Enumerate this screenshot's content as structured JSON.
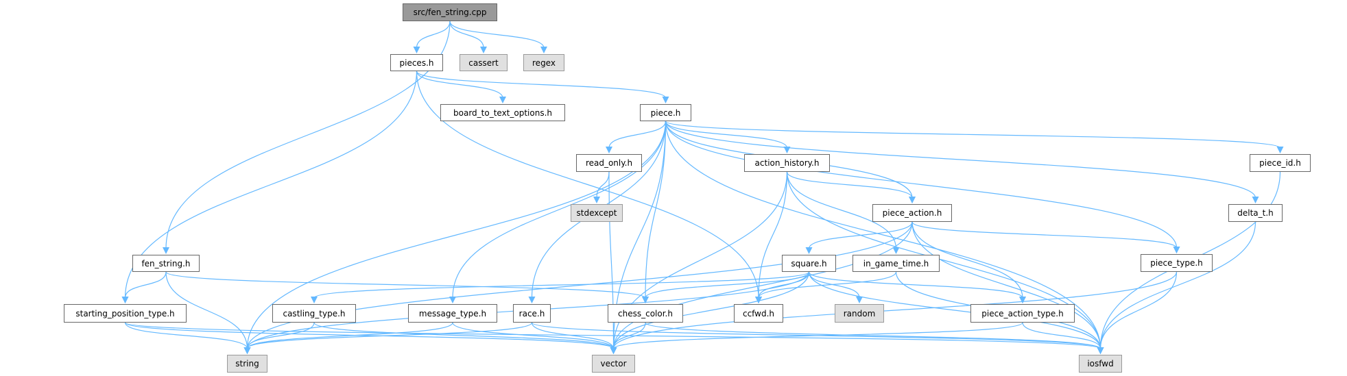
{
  "graph": {
    "title": "src/fen_string.cpp",
    "colors": {
      "edge": "#63b8ff",
      "root_fill": "#999999",
      "external_fill": "#e0e0e0",
      "node_fill": "#ffffff",
      "border": "#666666"
    },
    "nodes": [
      {
        "id": "fen_string_cpp",
        "label": "src/fen_string.cpp",
        "kind": "root"
      },
      {
        "id": "pieces_h",
        "label": "pieces.h",
        "kind": "local"
      },
      {
        "id": "cassert",
        "label": "cassert",
        "kind": "external"
      },
      {
        "id": "regex",
        "label": "regex",
        "kind": "external"
      },
      {
        "id": "board_to_text_options_h",
        "label": "board_to_text_options.h",
        "kind": "local"
      },
      {
        "id": "piece_h",
        "label": "piece.h",
        "kind": "local"
      },
      {
        "id": "read_only_h",
        "label": "read_only.h",
        "kind": "local"
      },
      {
        "id": "action_history_h",
        "label": "action_history.h",
        "kind": "local"
      },
      {
        "id": "piece_id_h",
        "label": "piece_id.h",
        "kind": "local"
      },
      {
        "id": "stdexcept",
        "label": "stdexcept",
        "kind": "external"
      },
      {
        "id": "piece_action_h",
        "label": "piece_action.h",
        "kind": "local"
      },
      {
        "id": "delta_t_h",
        "label": "delta_t.h",
        "kind": "local"
      },
      {
        "id": "fen_string_h",
        "label": "fen_string.h",
        "kind": "local"
      },
      {
        "id": "square_h",
        "label": "square.h",
        "kind": "local"
      },
      {
        "id": "in_game_time_h",
        "label": "in_game_time.h",
        "kind": "local"
      },
      {
        "id": "piece_type_h",
        "label": "piece_type.h",
        "kind": "local"
      },
      {
        "id": "starting_position_type_h",
        "label": "starting_position_type.h",
        "kind": "local"
      },
      {
        "id": "castling_type_h",
        "label": "castling_type.h",
        "kind": "local"
      },
      {
        "id": "message_type_h",
        "label": "message_type.h",
        "kind": "local"
      },
      {
        "id": "race_h",
        "label": "race.h",
        "kind": "local"
      },
      {
        "id": "chess_color_h",
        "label": "chess_color.h",
        "kind": "local"
      },
      {
        "id": "ccfwd_h",
        "label": "ccfwd.h",
        "kind": "local"
      },
      {
        "id": "random",
        "label": "random",
        "kind": "external"
      },
      {
        "id": "piece_action_type_h",
        "label": "piece_action_type.h",
        "kind": "local"
      },
      {
        "id": "string",
        "label": "string",
        "kind": "external"
      },
      {
        "id": "vector",
        "label": "vector",
        "kind": "external"
      },
      {
        "id": "iosfwd",
        "label": "iosfwd",
        "kind": "external"
      }
    ],
    "edges": [
      [
        "fen_string_cpp",
        "pieces_h"
      ],
      [
        "fen_string_cpp",
        "cassert"
      ],
      [
        "fen_string_cpp",
        "regex"
      ],
      [
        "fen_string_cpp",
        "fen_string_h"
      ],
      [
        "pieces_h",
        "board_to_text_options_h"
      ],
      [
        "pieces_h",
        "piece_h"
      ],
      [
        "pieces_h",
        "starting_position_type_h"
      ],
      [
        "pieces_h",
        "ccfwd_h"
      ],
      [
        "piece_h",
        "read_only_h"
      ],
      [
        "piece_h",
        "action_history_h"
      ],
      [
        "piece_h",
        "piece_action_h"
      ],
      [
        "piece_h",
        "piece_id_h"
      ],
      [
        "piece_h",
        "delta_t_h"
      ],
      [
        "piece_h",
        "piece_type_h"
      ],
      [
        "piece_h",
        "iosfwd"
      ],
      [
        "piece_h",
        "string"
      ],
      [
        "piece_h",
        "vector"
      ],
      [
        "piece_h",
        "chess_color_h"
      ],
      [
        "piece_h",
        "race_h"
      ],
      [
        "piece_h",
        "message_type_h"
      ],
      [
        "read_only_h",
        "stdexcept"
      ],
      [
        "read_only_h",
        "vector"
      ],
      [
        "action_history_h",
        "piece_action_h"
      ],
      [
        "action_history_h",
        "in_game_time_h"
      ],
      [
        "action_history_h",
        "ccfwd_h"
      ],
      [
        "action_history_h",
        "vector"
      ],
      [
        "action_history_h",
        "iosfwd"
      ],
      [
        "piece_action_h",
        "square_h"
      ],
      [
        "piece_action_h",
        "piece_type_h"
      ],
      [
        "piece_action_h",
        "piece_action_type_h"
      ],
      [
        "piece_action_h",
        "string"
      ],
      [
        "piece_action_h",
        "vector"
      ],
      [
        "piece_action_h",
        "iosfwd"
      ],
      [
        "piece_id_h",
        "iosfwd"
      ],
      [
        "delta_t_h",
        "iosfwd"
      ],
      [
        "fen_string_h",
        "starting_position_type_h"
      ],
      [
        "fen_string_h",
        "string"
      ],
      [
        "fen_string_h",
        "chess_color_h"
      ],
      [
        "square_h",
        "string"
      ],
      [
        "square_h",
        "castling_type_h"
      ],
      [
        "square_h",
        "chess_color_h"
      ],
      [
        "square_h",
        "ccfwd_h"
      ],
      [
        "square_h",
        "random"
      ],
      [
        "square_h",
        "vector"
      ],
      [
        "square_h",
        "piece_action_type_h"
      ],
      [
        "square_h",
        "iosfwd"
      ],
      [
        "in_game_time_h",
        "ccfwd_h"
      ],
      [
        "in_game_time_h",
        "iosfwd"
      ],
      [
        "piece_type_h",
        "vector"
      ],
      [
        "piece_type_h",
        "iosfwd"
      ],
      [
        "starting_position_type_h",
        "string"
      ],
      [
        "starting_position_type_h",
        "vector"
      ],
      [
        "starting_position_type_h",
        "iosfwd"
      ],
      [
        "castling_type_h",
        "string"
      ],
      [
        "castling_type_h",
        "vector"
      ],
      [
        "message_type_h",
        "string"
      ],
      [
        "message_type_h",
        "vector"
      ],
      [
        "race_h",
        "string"
      ],
      [
        "race_h",
        "vector"
      ],
      [
        "race_h",
        "iosfwd"
      ],
      [
        "chess_color_h",
        "vector"
      ],
      [
        "chess_color_h",
        "iosfwd"
      ],
      [
        "piece_action_type_h",
        "vector"
      ],
      [
        "piece_action_type_h",
        "iosfwd"
      ]
    ]
  }
}
